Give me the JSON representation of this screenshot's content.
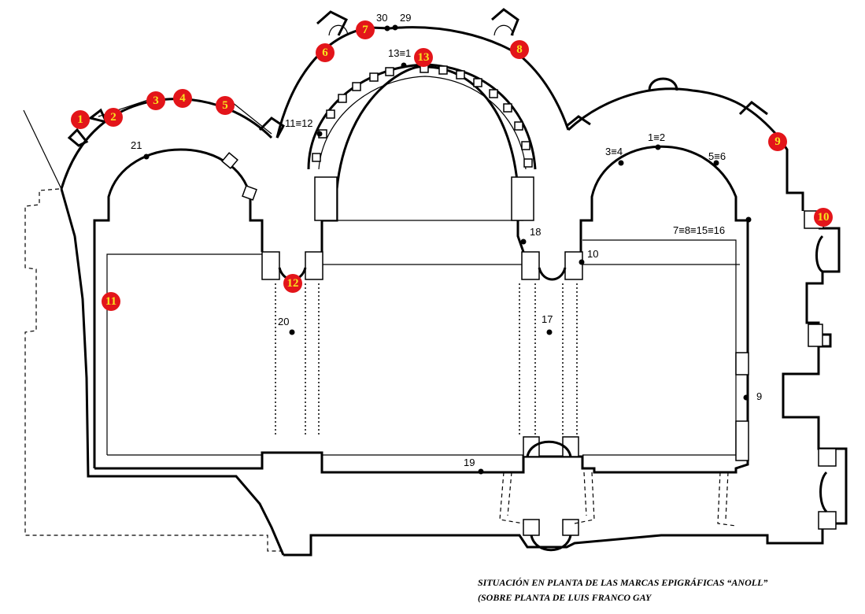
{
  "plan": {
    "point_labels": [
      {
        "id": "p-30",
        "text": "30"
      },
      {
        "id": "p-29",
        "text": "29"
      },
      {
        "id": "p-13",
        "text": "13≡1"
      },
      {
        "id": "p-11",
        "text": "11≡12"
      },
      {
        "id": "p-21",
        "text": "21"
      },
      {
        "id": "p-1",
        "text": "1≡2"
      },
      {
        "id": "p-3",
        "text": "3≡4"
      },
      {
        "id": "p-5",
        "text": "5≡6"
      },
      {
        "id": "p-7",
        "text": "7≡8≡15≡16"
      },
      {
        "id": "p-18",
        "text": "18"
      },
      {
        "id": "p-10",
        "text": "10"
      },
      {
        "id": "p-20",
        "text": "20"
      },
      {
        "id": "p-17",
        "text": "17"
      },
      {
        "id": "p-9",
        "text": "9"
      },
      {
        "id": "p-19",
        "text": "19"
      }
    ],
    "marks": [
      "1",
      "2",
      "3",
      "4",
      "5",
      "6",
      "7",
      "8",
      "9",
      "10",
      "11",
      "12",
      "13"
    ],
    "mark_color": "#e3151a",
    "mark_text_color": "#f7e41f"
  },
  "caption": {
    "line1": "SITUACIÓN EN PLANTA DE LAS MARCAS EPIGRÁFICAS “ANOLL”",
    "line2": "(SOBRE PLANTA DE LUIS FRANCO GAY"
  }
}
